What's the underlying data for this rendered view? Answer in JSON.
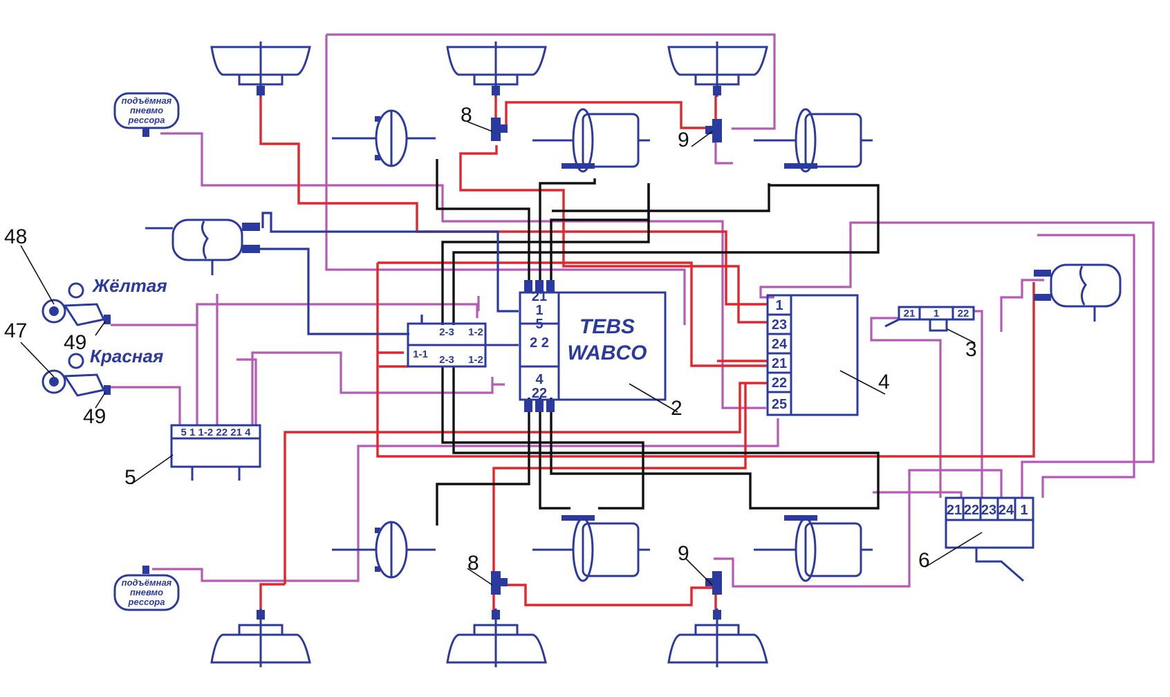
{
  "ecu": {
    "line1": "TEBS",
    "line2": "WABCO"
  },
  "ecu_ports_top": [
    "21"
  ],
  "ecu_ports_left": [
    "1",
    "5",
    "4",
    "22"
  ],
  "ecu_ports_bottom": [
    "22"
  ],
  "ecu_port_right_mid": "2 2",
  "module4_ports": [
    "1",
    "23",
    "24",
    "21",
    "22",
    "25"
  ],
  "module6_ports": [
    "21",
    "22",
    "23",
    "24",
    "1"
  ],
  "module5_ports": "5 1 1-2 22 21 4",
  "valve3_ports": [
    "21",
    "1",
    "22"
  ],
  "relay_ports": {
    "top": "2-3",
    "mid": "1-1",
    "bot": "2-3",
    "top_right": "1-2",
    "bot_right": "1-2"
  },
  "couplings": {
    "yellow": "Жёлтая",
    "red": "Красная"
  },
  "air_spring_bubble": {
    "line1": "подъёмная",
    "line2": "пневмо",
    "line3": "рессора"
  },
  "callouts": {
    "c48": "48",
    "c47": "47",
    "c49a": "49",
    "c49b": "49",
    "c8top": "8",
    "c9top": "9",
    "c8bot": "8",
    "c9bot": "9",
    "c2": "2",
    "c3": "3",
    "c4": "4",
    "c5": "5",
    "c6": "6"
  },
  "colors": {
    "component": "#2b3a9e",
    "brake_line": "#e3262b",
    "control_line": "#111111",
    "supply_line": "#b45bb3"
  }
}
